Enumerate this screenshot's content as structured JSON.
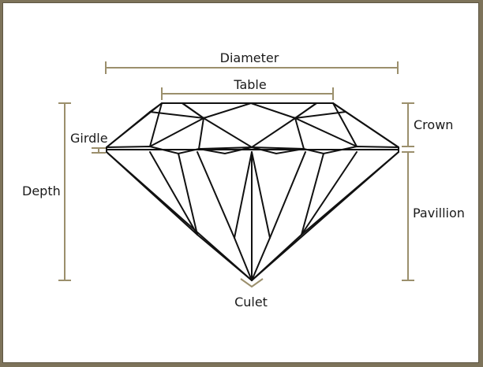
{
  "labels": {
    "diameter": "Diameter",
    "table": "Table",
    "girdle": "Girdle",
    "crown": "Crown",
    "depth": "Depth",
    "pavillion": "Pavillion",
    "culet": "Culet"
  },
  "colors": {
    "frame": "#7d735a",
    "dimension_line": "#9b8f6c",
    "outline": "#111111",
    "background": "#ffffff"
  }
}
